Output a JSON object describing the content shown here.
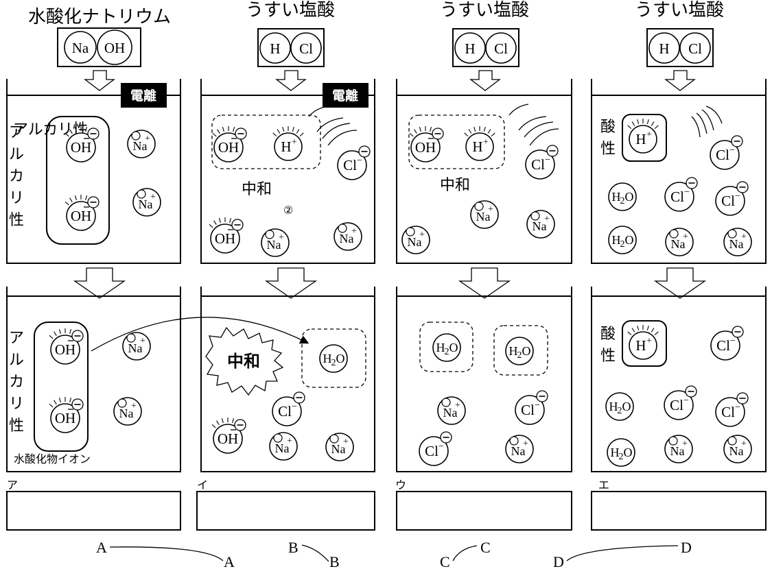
{
  "columns": [
    {
      "title": "水酸化ナトリウム",
      "left": "Na",
      "right": "OH",
      "answer_label": "ア"
    },
    {
      "title": "うすい塩酸",
      "left": "H",
      "right": "Cl",
      "answer_label": "イ"
    },
    {
      "title": "うすい塩酸",
      "left": "H",
      "right": "Cl",
      "answer_label": "ウ"
    },
    {
      "title": "うすい塩酸",
      "left": "H",
      "right": "Cl",
      "answer_label": "エ"
    }
  ],
  "badges": {
    "ionization": "電離"
  },
  "labels": {
    "alkaline": "アルカリ性",
    "acidic": "酸性",
    "neutralization": "中和",
    "circled_two": "②",
    "hydroxide_ion": "水酸化物イオン"
  },
  "ions": {
    "OH": "OH",
    "H": "H",
    "Na": "Na",
    "Cl": "Cl",
    "H2O_H": "H",
    "H2O_2": "2",
    "H2O_O": "O",
    "plus": "+",
    "minus": "−"
  },
  "bottom_letters": {
    "A": "A",
    "B": "B",
    "C": "C",
    "D": "D"
  }
}
